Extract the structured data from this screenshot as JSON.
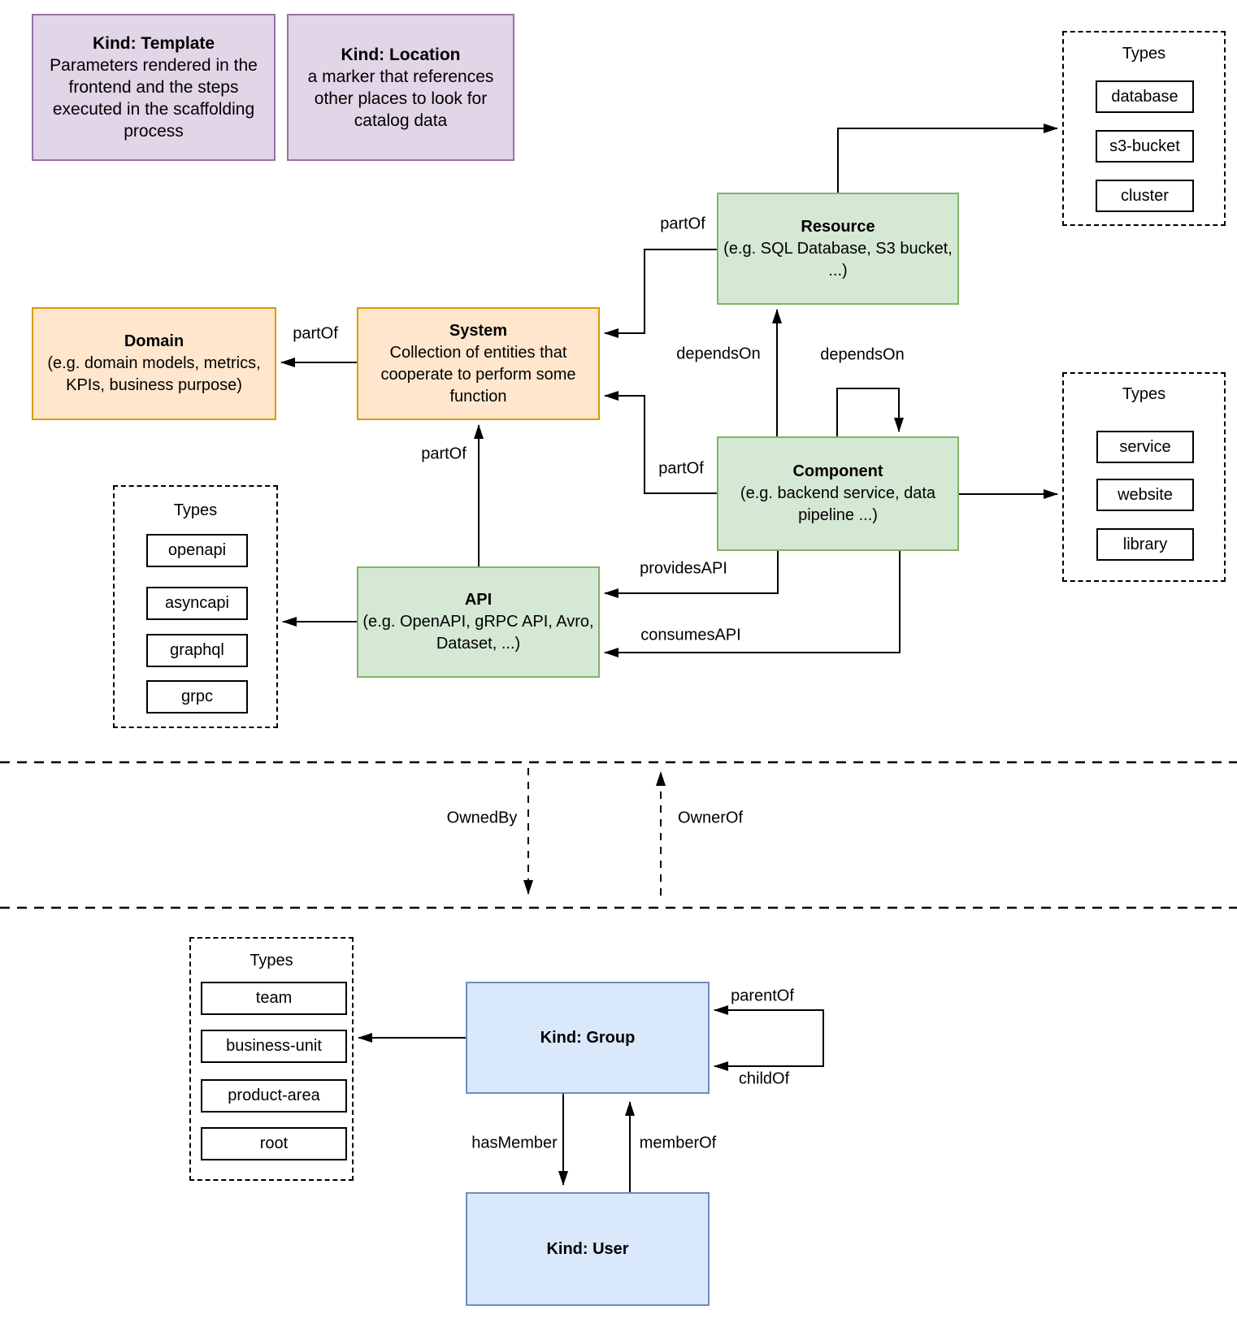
{
  "diagram": {
    "kind_notes": {
      "template": {
        "title": "Kind: Template",
        "description": "Parameters rendered in the frontend and the steps executed in  the scaffolding process"
      },
      "location": {
        "title": "Kind: Location",
        "description": "a marker that references other places to look for catalog data"
      }
    },
    "entities": {
      "domain": {
        "title": "Domain",
        "description": "(e.g.  domain models, metrics, KPIs, business purpose)"
      },
      "system": {
        "title": "System",
        "description": "Collection of entities that cooperate to perform some function"
      },
      "resource": {
        "title": "Resource",
        "description": "(e.g. SQL Database, S3 bucket, ...)"
      },
      "component": {
        "title": "Component",
        "description": "(e.g. backend service, data pipeline ...)"
      },
      "api": {
        "title": "API",
        "description": "(e.g. OpenAPI, gRPC API, Avro, Dataset, ...)"
      },
      "group": {
        "title": "Kind: Group"
      },
      "user": {
        "title": "Kind: User"
      }
    },
    "type_lists": {
      "resource_types": {
        "title": "Types",
        "items": [
          "database",
          "s3-bucket",
          "cluster"
        ]
      },
      "component_types": {
        "title": "Types",
        "items": [
          "service",
          "website",
          "library"
        ]
      },
      "api_types": {
        "title": "Types",
        "items": [
          "openapi",
          "asyncapi",
          "graphql",
          "grpc"
        ]
      },
      "group_types": {
        "title": "Types",
        "items": [
          "team",
          "business-unit",
          "product-area",
          "root"
        ]
      }
    },
    "relations": {
      "part_of": "partOf",
      "depends_on": "dependsOn",
      "provides_api": "providesAPI",
      "consumes_api": "consumesAPI",
      "owned_by": "OwnedBy",
      "owner_of": "OwnerOf",
      "parent_of": "parentOf",
      "child_of": "childOf",
      "has_member": "hasMember",
      "member_of": "memberOf"
    },
    "colors": {
      "purple_fill": "#E1D5E7",
      "purple_border": "#9673A6",
      "orange_fill": "#FFE6CC",
      "orange_border": "#D79B00",
      "green_fill": "#D5E8D4",
      "green_border": "#82B366",
      "blue_fill": "#DAE8FC",
      "blue_border": "#6C8EBF",
      "line": "#000000"
    }
  }
}
